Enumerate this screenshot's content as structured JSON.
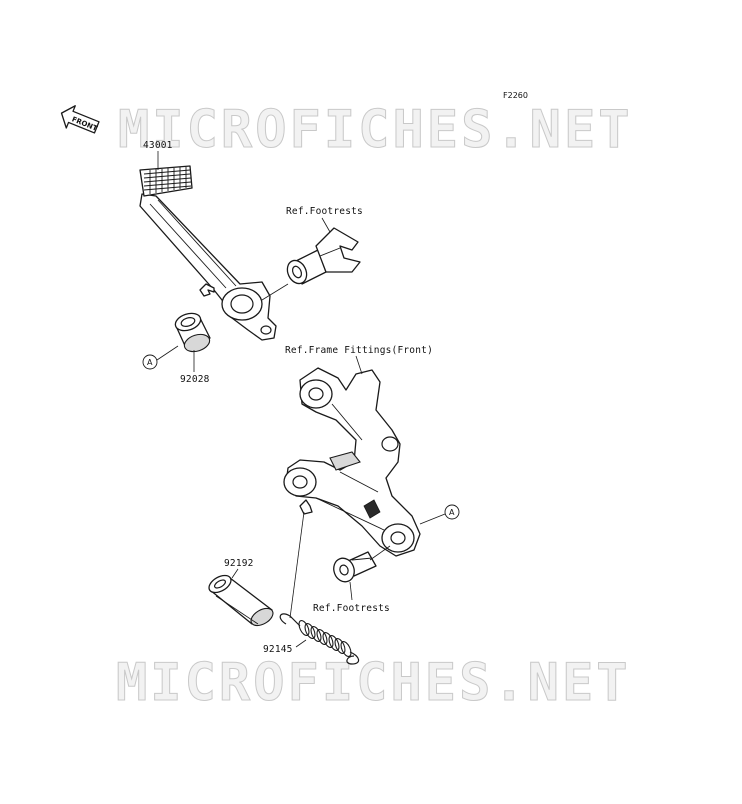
{
  "diagram": {
    "figure_code": "F2260",
    "direction_label": "FRONT",
    "watermark_top": "MICROFICHES.NET",
    "watermark_bottom": "MICROFICHES.NET",
    "parts": {
      "pedal": "43001",
      "collar": "92028",
      "sleeve": "92192",
      "spring": "92145"
    },
    "references": {
      "footrests_top": "Ref.Footrests",
      "frame_fittings": "Ref.Frame Fittings(Front)",
      "footrests_bottom": "Ref.Footrests"
    },
    "markers": {
      "left": "A",
      "right": "A"
    }
  }
}
